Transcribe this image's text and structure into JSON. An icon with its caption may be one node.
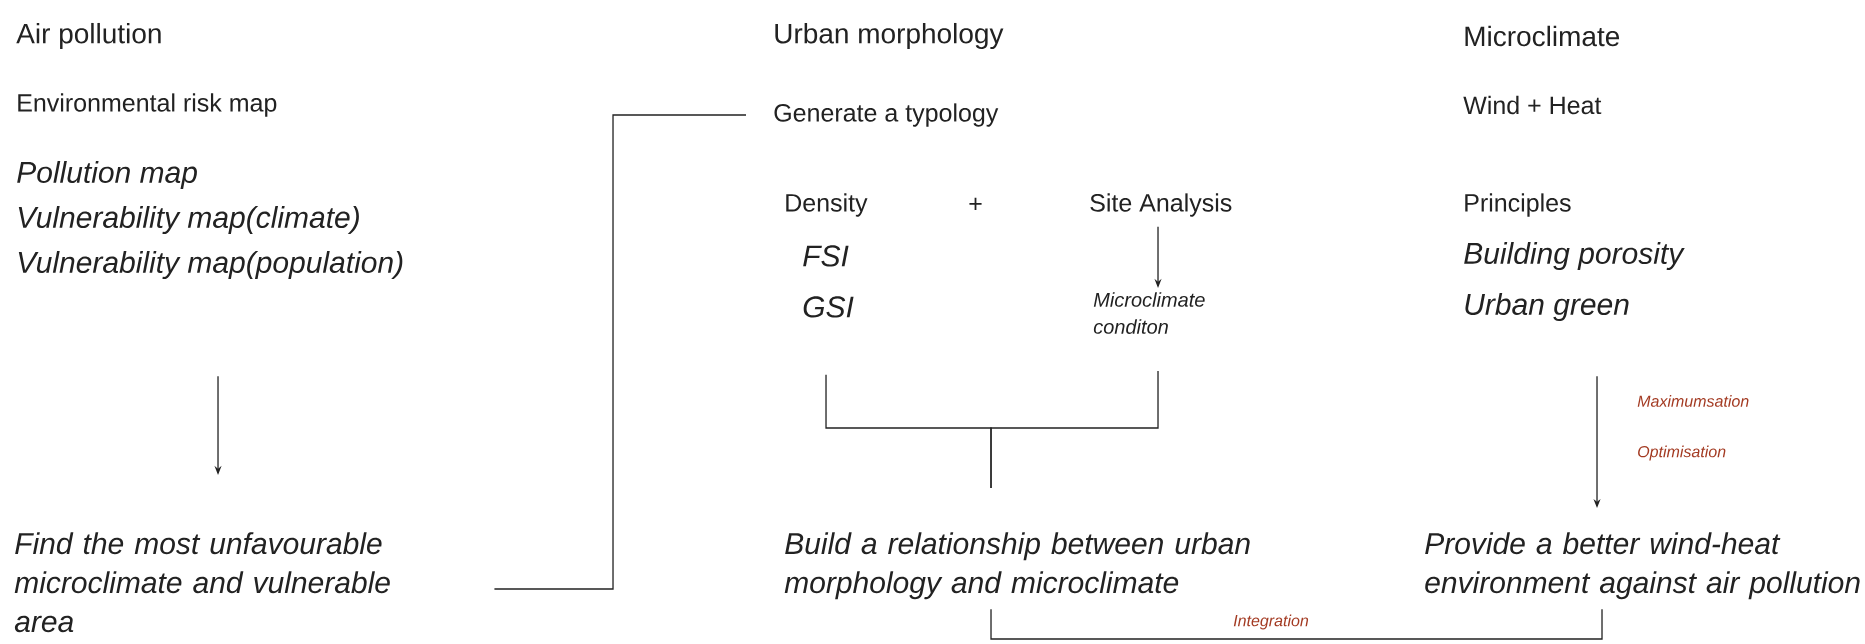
{
  "diagram": {
    "nodes": [
      {
        "text": [
          "Vulnerability map(population)"
        ]
      },
      {
        "text": [
          "Find the most unfavourable microclimate and vulnerable area"
        ]
      },
      {
        "text": [
          "Generate a typology"
        ]
      },
      {
        "text": [
          "Site Analysis"
        ]
      },
      {
        "text": [
          "Microclimate conditon"
        ]
      },
      {
        "text": [
          "GSI"
        ]
      },
      {
        "text": [
          "Build a relationship between urban morphology and microclimate"
        ]
      },
      {
        "text": [
          "Urban green"
        ]
      },
      {
        "text": [
          "Provide a better wind-heat environment against air pollution"
        ]
      }
    ],
    "edges": [
      {
        "from": 0,
        "to": 1,
        "arrow": "to"
      },
      {
        "from": 1,
        "to": 2,
        "arrow": "none"
      },
      {
        "from": 3,
        "to": 4,
        "arrow": "to"
      },
      {
        "from": 5,
        "to": 6,
        "arrow": "none"
      },
      {
        "from": 4,
        "to": 6,
        "arrow": "none"
      },
      {
        "from": 7,
        "to": 8,
        "arrow": "to"
      },
      {
        "from": 6,
        "to": 8,
        "arrow": "none",
        "label": "Integration"
      }
    ],
    "labels": [
      "Air pollution",
      "Urban morphology",
      "Microclimate",
      "Environmental risk map",
      "Wind + Heat",
      "Pollution map",
      "Density",
      "+",
      "Principles",
      "Vulnerability map(climate)",
      "FSI",
      "Building porosity",
      "Maximumsation",
      "Optimisation"
    ]
  }
}
